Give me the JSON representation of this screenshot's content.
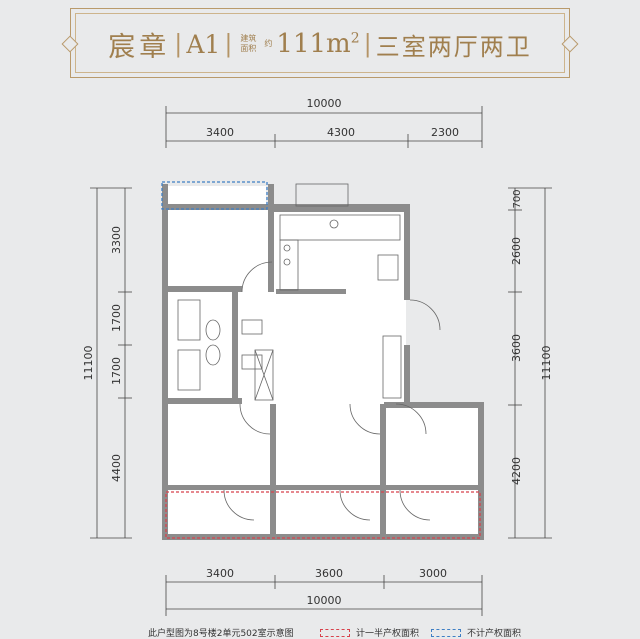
{
  "title": {
    "name": "宸章",
    "code": "A1",
    "area_tag_1": "建筑",
    "area_tag_2": "面积",
    "area_tag_3": "约",
    "area": "111m",
    "area_unit": "2",
    "room_type": "三室两厅两卫"
  },
  "dimensions": {
    "top_total": "10000",
    "top_segments": [
      "3400",
      "4300",
      "2300"
    ],
    "bottom_total": "10000",
    "bottom_segments": [
      "3400",
      "3600",
      "3000"
    ],
    "left_total": "11100",
    "left_segments": [
      "3300",
      "1700",
      "1700",
      "4400"
    ],
    "right_total": "11100",
    "right_segments": [
      "700",
      "2600",
      "3600",
      "4200"
    ]
  },
  "footer": {
    "caption": "此户型图为8号楼2单元502室示意图",
    "legend_half": "计一半产权面积",
    "legend_none": "不计产权面积"
  },
  "colors": {
    "wall": "#8c8c8c",
    "gold": "#a07f4e",
    "half_area": "#d8424c",
    "no_area": "#3f7fc4"
  }
}
